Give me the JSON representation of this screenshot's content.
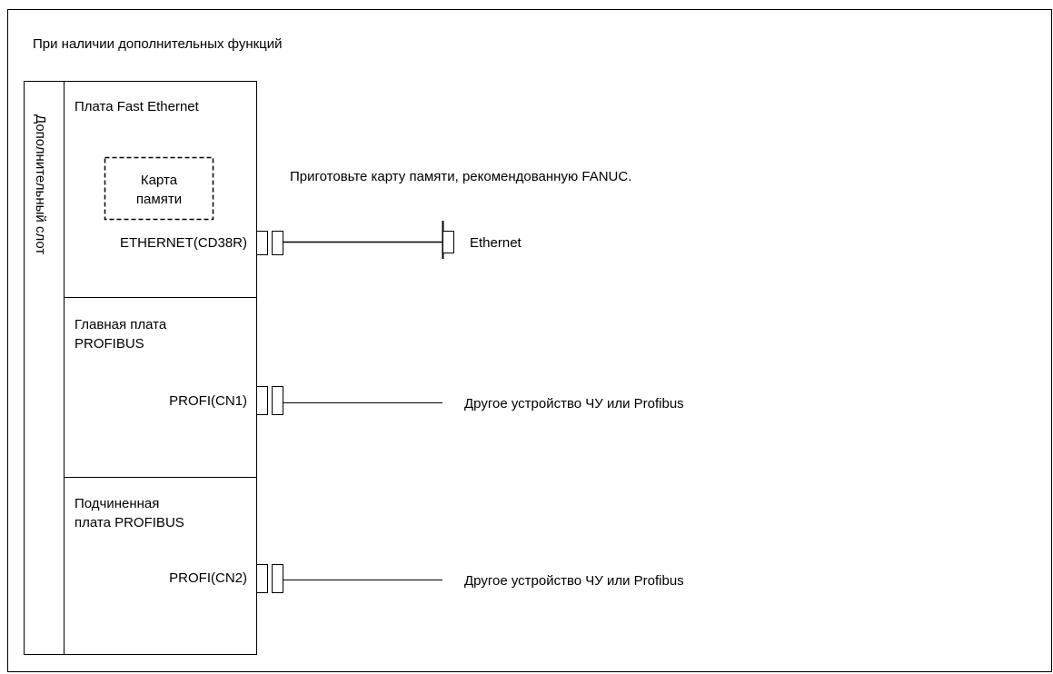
{
  "header": {
    "title": "При наличии дополнительных функций"
  },
  "slot": {
    "label": "Дополнительный слот"
  },
  "boards": [
    {
      "name_lines": [
        "Плата Fast Ethernet"
      ],
      "memory_card_lines": [
        "Карта",
        "памяти"
      ],
      "connector": "ETHERNET(CD38R)",
      "target": "Ethernet"
    },
    {
      "name_lines": [
        "Главная плата",
        "PROFIBUS"
      ],
      "connector": "PROFI(CN1)",
      "target": "Другое устройство ЧУ или Profibus"
    },
    {
      "name_lines": [
        "Подчиненная",
        "плата PROFIBUS"
      ],
      "connector": "PROFI(CN2)",
      "target": "Другое устройство ЧУ или Profibus"
    }
  ],
  "note": "Приготовьте карту памяти, рекомендованную FANUC."
}
